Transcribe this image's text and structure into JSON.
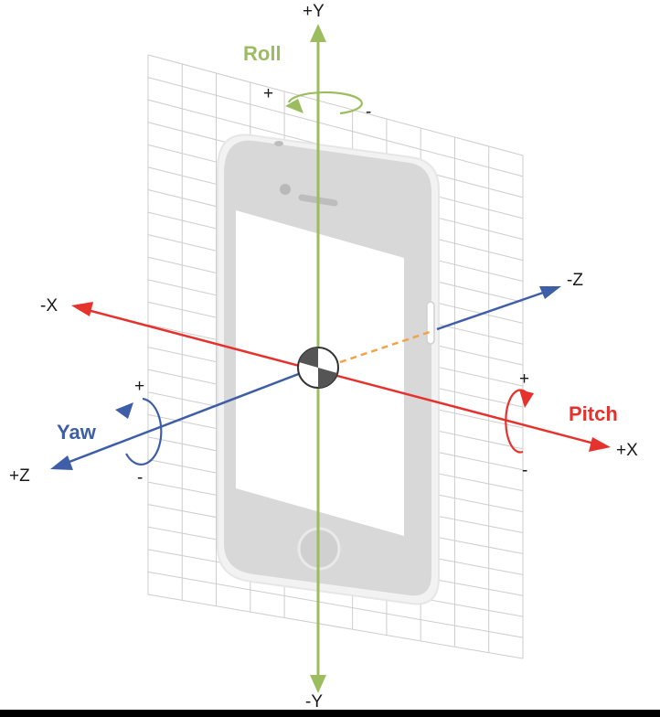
{
  "colors": {
    "x_axis": "#e5322d",
    "y_axis": "#9bbd5f",
    "z_axis": "#3e5ea8",
    "z_back_dashed": "#f2a34a",
    "grid": "#cdcdcd",
    "phone_body": "#d9d9d9",
    "phone_border": "#ececec",
    "text": "#1a1a1a"
  },
  "axes": {
    "plus_y": "+Y",
    "minus_y": "-Y",
    "plus_x": "+X",
    "minus_x": "-X",
    "plus_z": "+Z",
    "minus_z": "-Z"
  },
  "rotations": {
    "roll": {
      "label": "Roll",
      "plus": "+",
      "minus": "-"
    },
    "pitch": {
      "label": "Pitch",
      "plus": "+",
      "minus": "-"
    },
    "yaw": {
      "label": "Yaw",
      "plus": "+",
      "minus": "-"
    }
  },
  "icons": {
    "device": "iphone-icon",
    "center": "center-of-mass-icon"
  }
}
